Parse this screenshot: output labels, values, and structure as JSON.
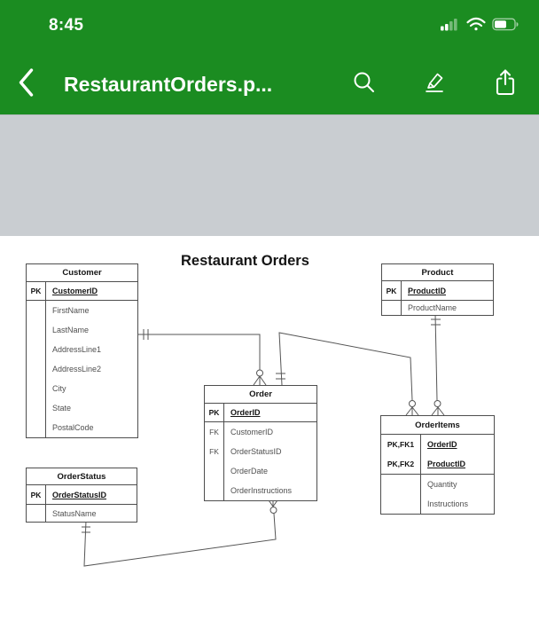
{
  "status_bar": {
    "time": "8:45",
    "icons": [
      "cellular-signal",
      "wifi",
      "battery-half"
    ]
  },
  "nav_bar": {
    "title": "RestaurantOrders.p...",
    "icons": [
      "back-chevron",
      "search",
      "annotate-marker",
      "share"
    ],
    "bar_color": "#1b8c21"
  },
  "page_gap_color": "#c9cdd1",
  "diagram": {
    "title": "Restaurant Orders",
    "tables": {
      "customer": {
        "name": "Customer",
        "rows": [
          {
            "key": "PK",
            "attr": "CustomerID"
          },
          {
            "attr": "FirstName"
          },
          {
            "attr": "LastName"
          },
          {
            "attr": "AddressLine1"
          },
          {
            "attr": "AddressLine2"
          },
          {
            "attr": "City"
          },
          {
            "attr": "State"
          },
          {
            "attr": "PostalCode"
          }
        ]
      },
      "product": {
        "name": "Product",
        "rows": [
          {
            "key": "PK",
            "attr": "ProductID"
          },
          {
            "attr": "ProductName"
          }
        ]
      },
      "order": {
        "name": "Order",
        "rows": [
          {
            "key": "PK",
            "attr": "OrderID"
          },
          {
            "key": "FK",
            "attr": "CustomerID"
          },
          {
            "key": "FK",
            "attr": "OrderStatusID"
          },
          {
            "attr": "OrderDate"
          },
          {
            "attr": "OrderInstructions"
          }
        ]
      },
      "order_status": {
        "name": "OrderStatus",
        "rows": [
          {
            "key": "PK",
            "attr": "OrderStatusID"
          },
          {
            "attr": "StatusName"
          }
        ]
      },
      "order_items": {
        "name": "OrderItems",
        "rows": [
          {
            "key": "PK,FK1",
            "attr": "OrderID"
          },
          {
            "key": "PK,FK2",
            "attr": "ProductID"
          },
          {
            "attr": "Quantity"
          },
          {
            "attr": "Instructions"
          }
        ]
      }
    },
    "relationships": [
      {
        "from": "Customer",
        "to": "Order",
        "from_cardinality": "one-and-only-one",
        "to_cardinality": "zero-or-many"
      },
      {
        "from": "Order",
        "to": "OrderItems",
        "from_cardinality": "one-and-only-one",
        "to_cardinality": "zero-or-many"
      },
      {
        "from": "Product",
        "to": "OrderItems",
        "from_cardinality": "one-and-only-one",
        "to_cardinality": "zero-or-many"
      },
      {
        "from": "OrderStatus",
        "to": "Order",
        "from_cardinality": "one-and-only-one",
        "to_cardinality": "zero-or-many"
      }
    ]
  }
}
